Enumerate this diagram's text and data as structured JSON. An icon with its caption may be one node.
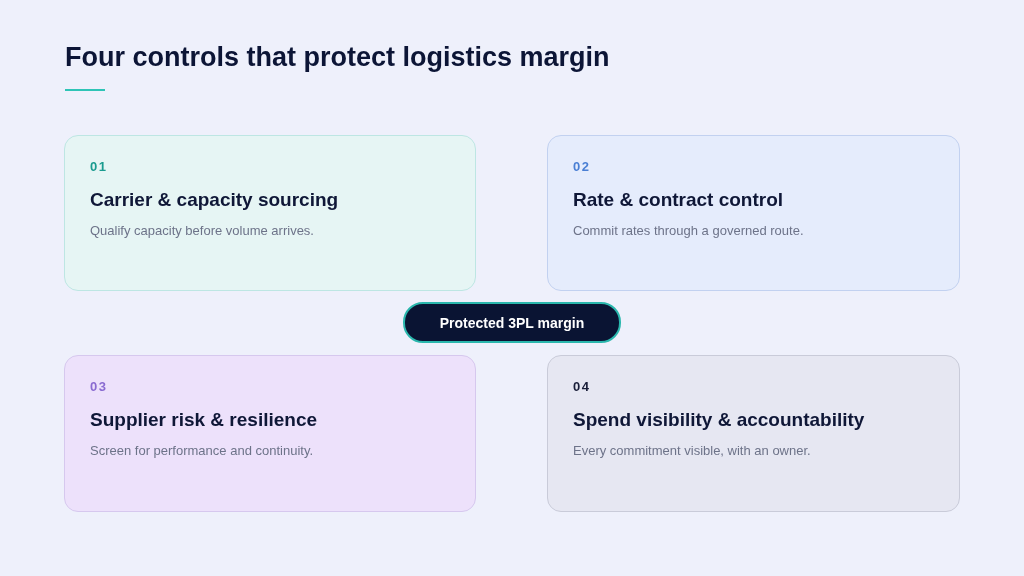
{
  "diagram": {
    "title": "Four controls that protect logistics margin",
    "nodes": [
      {
        "text": [
          "01",
          "Carrier & capacity sourcing",
          "Qualify capacity before volume arrives."
        ]
      },
      {
        "text": [
          "02",
          "Rate & contract control",
          "Commit rates through a governed route."
        ]
      },
      {
        "text": [
          "Protected 3PL margin"
        ]
      },
      {
        "text": [
          "03",
          "Supplier risk & resilience",
          "Screen for performance and continuity."
        ]
      },
      {
        "text": [
          "04",
          "Spend visibility & accountability",
          "Every commitment visible, with an owner."
        ]
      }
    ]
  }
}
